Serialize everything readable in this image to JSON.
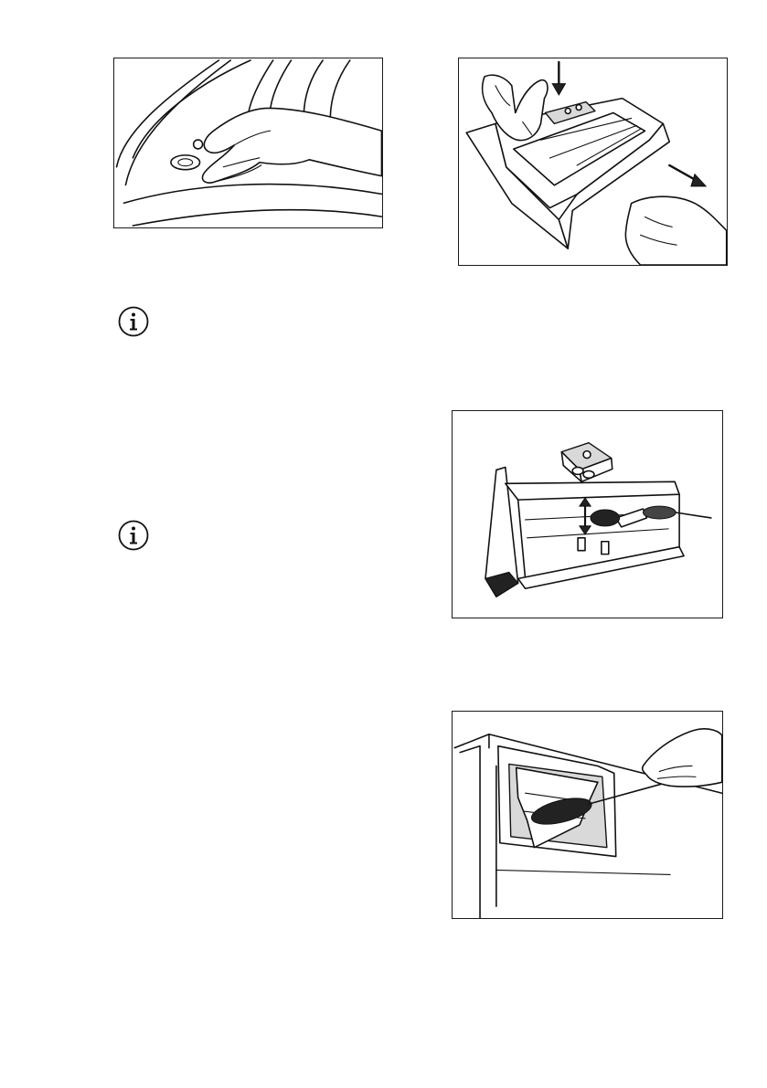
{
  "page": {
    "figures": [
      {
        "name": "drum-seal-cleaning-illustration",
        "icon": "hand-wiping-door-seal"
      },
      {
        "name": "detergent-drawer-removal-illustration",
        "icon": "hand-pressing-release-lever"
      },
      {
        "name": "drawer-brush-cleaning-illustration",
        "icon": "brush-cleaning-drawer"
      },
      {
        "name": "drawer-recess-brush-illustration",
        "icon": "brush-cleaning-recess"
      }
    ],
    "notes": [
      {
        "icon": "info-icon"
      },
      {
        "icon": "info-icon"
      }
    ]
  }
}
